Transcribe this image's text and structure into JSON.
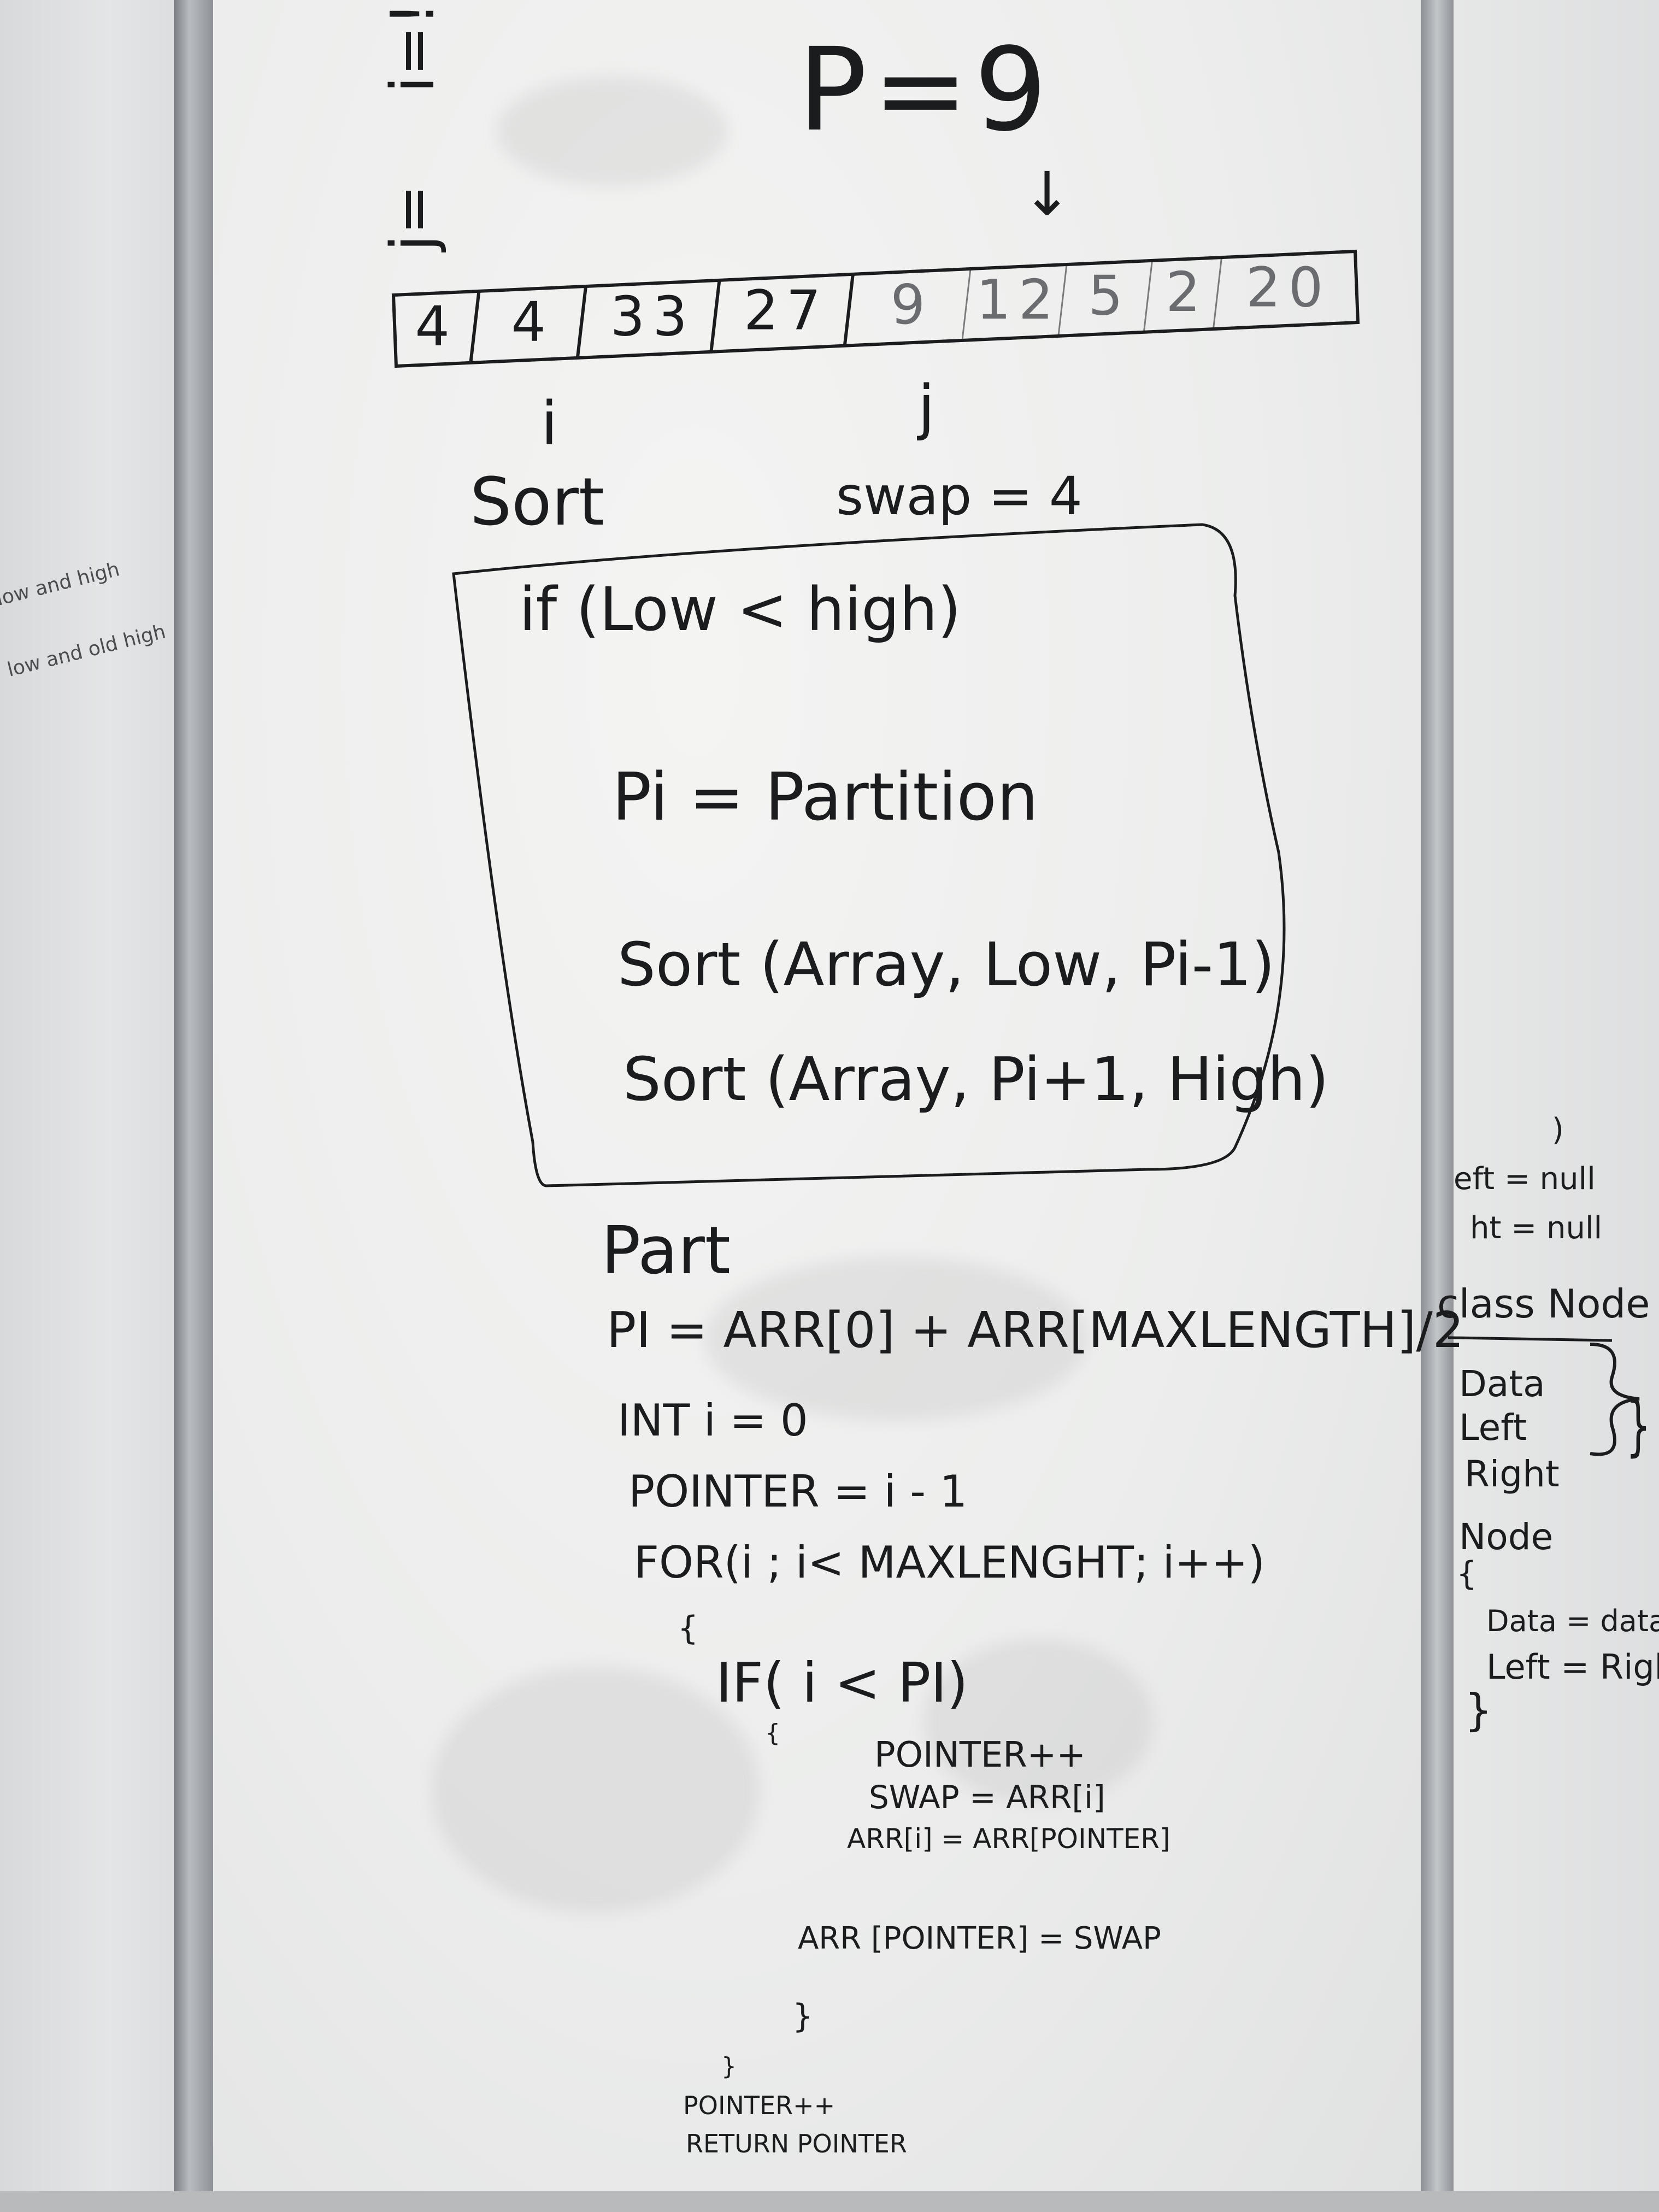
{
  "left_panel": {
    "note_1": "low and high",
    "note_2": "low and old high"
  },
  "header": {
    "i_assign": "i=!",
    "j_assign": "j=",
    "pivot_assign": "P=9"
  },
  "array": {
    "cells": [
      "4",
      "4",
      "33",
      "27",
      "9",
      "12",
      "5",
      "2",
      "20"
    ],
    "arrow": "↓",
    "i_marker": "i",
    "j_marker": "j"
  },
  "sort_function": {
    "name": "Sort",
    "swap_note": "swap = 4",
    "condition": "if (Low < high)",
    "line_pi": "Pi = Partition",
    "line_sort1": "Sort (Array, Low, Pi-1)",
    "line_sort2": "Sort (Array, Pi+1, High)"
  },
  "partition_function": {
    "name": "Part",
    "line_pi": "PI = ARR[0] + ARR[MAXLENGTH]/2",
    "line_int": "INT i = 0",
    "line_pointer": "POINTER = i - 1",
    "line_for": "FOR(i ; i< MAXLENGHT; i++)",
    "open_brace_1": "{",
    "line_if": "IF( i < PI)",
    "open_brace_2": "{",
    "line_ptr_inc": "POINTER++",
    "line_swap": "SWAP = ARR[i]",
    "line_arr_i": "ARR[i] = ARR[POINTER]",
    "line_arr_ptr": "ARR [POINTER] = SWAP",
    "close_brace_2": "}",
    "close_brace_1": "}",
    "line_ptr_inc_2": "POINTER++",
    "line_return": "RETURN POINTER"
  },
  "right_panel": {
    "frag_paren": ")",
    "frag_left": "eft = null",
    "frag_right": "ht = null",
    "class_decl": "class Node",
    "field_data": "Data",
    "field_left": "Left",
    "field_right": "Right",
    "ctor_name": "Node",
    "ctor_open": "{",
    "ctor_data": "Data = data",
    "ctor_lr": "Left = Right",
    "ctor_close": "}",
    "brace_right": "}"
  },
  "colors": {
    "ink": "#1b1c1e",
    "board": "#ecedec",
    "frame": "#9a9ea3"
  }
}
